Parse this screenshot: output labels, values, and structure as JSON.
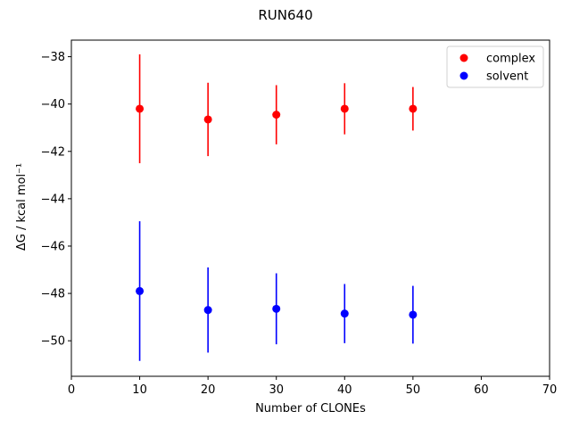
{
  "chart_data": {
    "type": "scatter",
    "title": "RUN640",
    "xlabel": "Number of CLONEs",
    "ylabel": "ΔG / kcal mol⁻¹",
    "xlim": [
      0,
      70
    ],
    "ylim": [
      -51.5,
      -37.3
    ],
    "xticks": [
      0,
      10,
      20,
      30,
      40,
      50,
      60,
      70
    ],
    "yticks": [
      -50,
      -48,
      -46,
      -44,
      -42,
      -40,
      -38
    ],
    "xtick_labels": [
      "0",
      "10",
      "20",
      "30",
      "40",
      "50",
      "60",
      "70"
    ],
    "ytick_labels": [
      "−50",
      "−48",
      "−46",
      "−44",
      "−42",
      "−40",
      "−38"
    ],
    "grid": false,
    "legend": "top-right",
    "series": [
      {
        "name": "complex",
        "color": "#ff0000",
        "x": [
          10,
          20,
          30,
          40,
          50
        ],
        "y": [
          -40.2,
          -40.65,
          -40.45,
          -40.2,
          -40.2
        ],
        "yerr": [
          2.3,
          1.55,
          1.25,
          1.08,
          0.92
        ]
      },
      {
        "name": "solvent",
        "color": "#0000ff",
        "x": [
          10,
          20,
          30,
          40,
          50
        ],
        "y": [
          -47.9,
          -48.7,
          -48.65,
          -48.85,
          -48.9
        ],
        "yerr": [
          2.95,
          1.8,
          1.5,
          1.25,
          1.22
        ]
      }
    ]
  }
}
